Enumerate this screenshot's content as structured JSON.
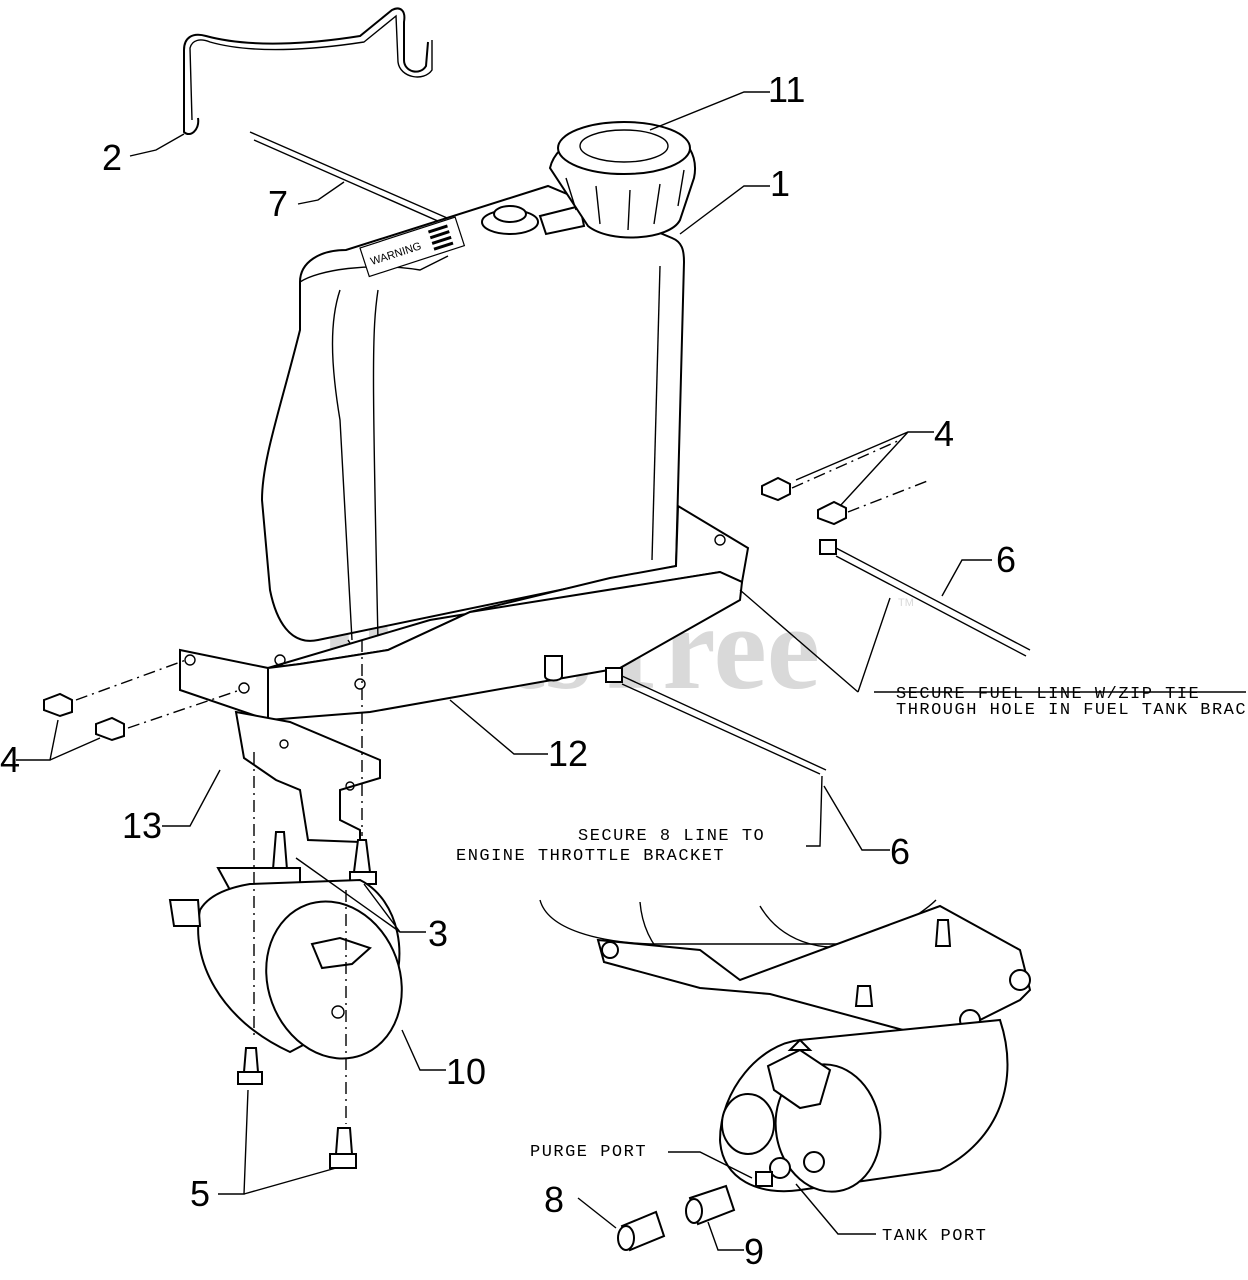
{
  "watermark": {
    "text": "PartsTree",
    "tm": "TM"
  },
  "callouts": {
    "c1": "1",
    "c2": "2",
    "c3": "3",
    "c4a": "4",
    "c4b": "4",
    "c5": "5",
    "c6a": "6",
    "c6b": "6",
    "c7": "7",
    "c8": "8",
    "c9": "9",
    "c10": "10",
    "c11": "11",
    "c12": "12",
    "c13": "13"
  },
  "notes": {
    "fuel_line_1": "SECURE FUEL LINE W/ZIP TIE",
    "fuel_line_2": "THROUGH HOLE IN FUEL TANK BRACKET",
    "throttle_1": "SECURE 8 LINE TO",
    "throttle_2": "ENGINE THROTTLE BRACKET",
    "purge_port": "PURGE PORT",
    "tank_port": "TANK PORT"
  },
  "tank_label": "WARNING"
}
